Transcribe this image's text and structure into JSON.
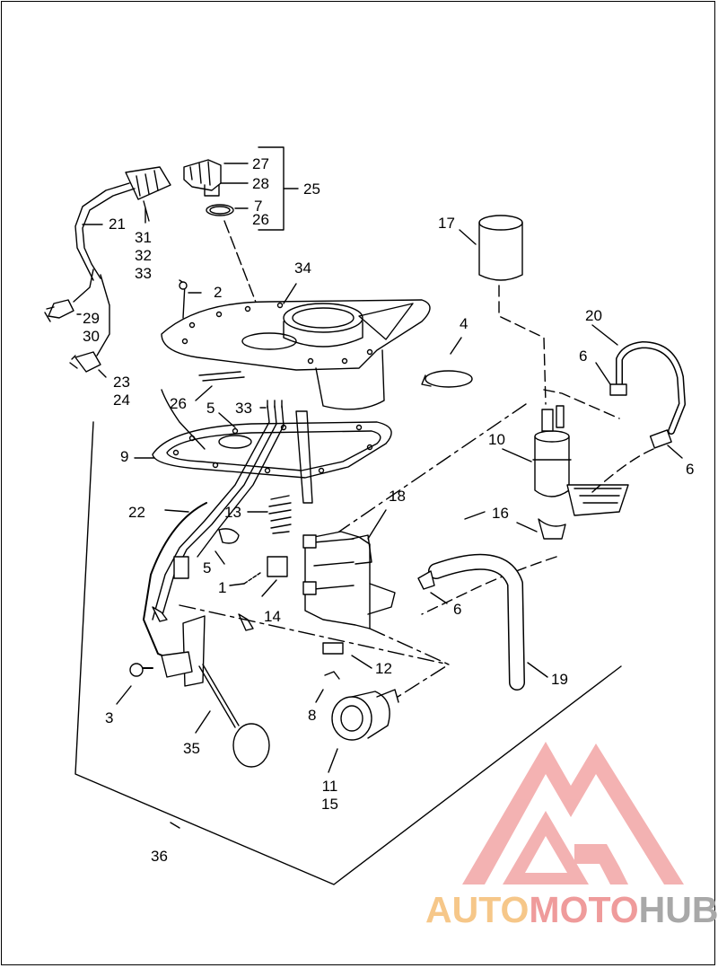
{
  "diagram": {
    "callouts": [
      {
        "id": "c27",
        "text": "27"
      },
      {
        "id": "c28",
        "text": "28"
      },
      {
        "id": "c7",
        "text": "7"
      },
      {
        "id": "c26a",
        "text": "26"
      },
      {
        "id": "c25",
        "text": "25"
      },
      {
        "id": "c21",
        "text": "21"
      },
      {
        "id": "c31",
        "text": "31\n32\n33"
      },
      {
        "id": "c17",
        "text": "17"
      },
      {
        "id": "c34",
        "text": "34"
      },
      {
        "id": "c2",
        "text": "2"
      },
      {
        "id": "c29",
        "text": "29\n30"
      },
      {
        "id": "c4",
        "text": "4"
      },
      {
        "id": "c20",
        "text": "20"
      },
      {
        "id": "c6a",
        "text": "6"
      },
      {
        "id": "c23",
        "text": "23\n24"
      },
      {
        "id": "c26b",
        "text": "26"
      },
      {
        "id": "c5a",
        "text": "5"
      },
      {
        "id": "c33",
        "text": "33"
      },
      {
        "id": "c10",
        "text": "10"
      },
      {
        "id": "c6b",
        "text": "6"
      },
      {
        "id": "c9",
        "text": "9"
      },
      {
        "id": "c18",
        "text": "18"
      },
      {
        "id": "c22",
        "text": "22"
      },
      {
        "id": "c13",
        "text": "13"
      },
      {
        "id": "c16",
        "text": "16"
      },
      {
        "id": "c5b",
        "text": "5"
      },
      {
        "id": "c1",
        "text": "1"
      },
      {
        "id": "c14",
        "text": "14"
      },
      {
        "id": "c6c",
        "text": "6"
      },
      {
        "id": "c12",
        "text": "12"
      },
      {
        "id": "c19",
        "text": "19"
      },
      {
        "id": "c3",
        "text": "3"
      },
      {
        "id": "c8",
        "text": "8"
      },
      {
        "id": "c35",
        "text": "35"
      },
      {
        "id": "c11",
        "text": "11\n15"
      },
      {
        "id": "c36",
        "text": "36"
      }
    ]
  },
  "watermark": {
    "part1": "AUTO",
    "part2": "MOTO",
    "part3": "HUB",
    "color_light": "#f6c789",
    "color_mid": "#ef9b9b",
    "color_dark": "#a8a8a8"
  }
}
